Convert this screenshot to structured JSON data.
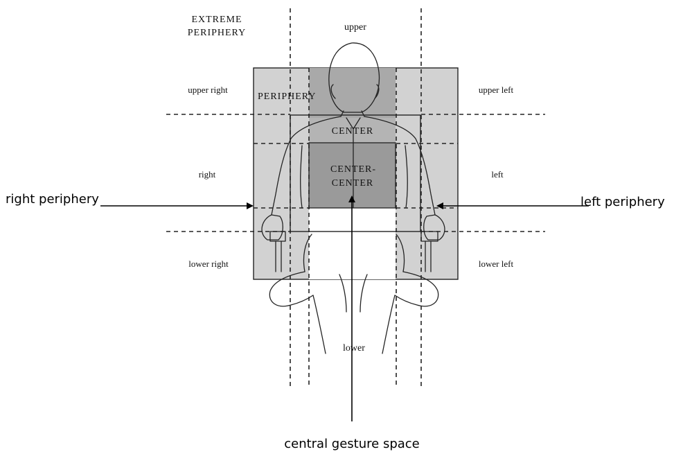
{
  "regions": {
    "extreme_periphery": [
      "EXTREME",
      "PERIPHERY"
    ],
    "periphery": "PERIPHERY",
    "center": "CENTER",
    "center_center": [
      "CENTER-",
      "CENTER"
    ],
    "upper": "upper",
    "lower": "lower",
    "upper_right": "upper right",
    "upper_left": "upper left",
    "right": "right",
    "left": "left",
    "lower_right": "lower right",
    "lower_left": "lower left"
  },
  "annotations": {
    "right_periphery": "right periphery",
    "left_periphery": "left periphery",
    "central_gesture_space": "central gesture space"
  },
  "colors": {
    "periphery_fill": "#d2d2d2",
    "upper_band_fill": "#a9a9a9",
    "center_fill": "#b4b4b4",
    "center_center_fill": "#9a9a9a",
    "line": "#222222"
  }
}
